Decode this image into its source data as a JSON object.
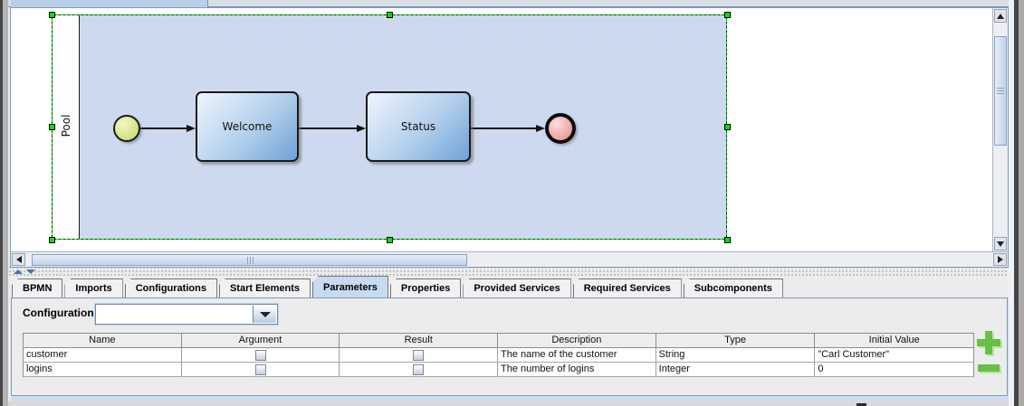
{
  "diagram": {
    "pool_label": "Pool",
    "tasks": [
      {
        "label": "Welcome"
      },
      {
        "label": "Status"
      }
    ],
    "events": {
      "start": "start-event",
      "end": "end-event"
    },
    "colors": {
      "pool_fill": "#ccd9ef",
      "task_fill_top": "#eef5fc",
      "task_fill_bottom": "#6ea2d7",
      "start_event_fill": "#d6e688",
      "end_event_fill": "#ea9a98",
      "selection_green": "#00d800"
    }
  },
  "tabs": [
    {
      "label": "BPMN",
      "selected": false
    },
    {
      "label": "Imports",
      "selected": false
    },
    {
      "label": "Configurations",
      "selected": false
    },
    {
      "label": "Start Elements",
      "selected": false
    },
    {
      "label": "Parameters",
      "selected": true
    },
    {
      "label": "Properties",
      "selected": false
    },
    {
      "label": "Provided Services",
      "selected": false
    },
    {
      "label": "Required Services",
      "selected": false
    },
    {
      "label": "Subcomponents",
      "selected": false
    }
  ],
  "parameters_panel": {
    "configuration_label": "Configuration",
    "configuration_value": "",
    "table": {
      "columns": [
        "Name",
        "Argument",
        "Result",
        "Description",
        "Type",
        "Initial Value"
      ],
      "rows": [
        {
          "name": "customer",
          "argument_checked": false,
          "result_checked": false,
          "description": "The name of the customer",
          "type": "String",
          "initial_value": "\"Carl Customer\""
        },
        {
          "name": "logins",
          "argument_checked": false,
          "result_checked": false,
          "description": "The number of logins",
          "type": "Integer",
          "initial_value": "0"
        }
      ]
    },
    "accent_green": "#67bf45"
  }
}
